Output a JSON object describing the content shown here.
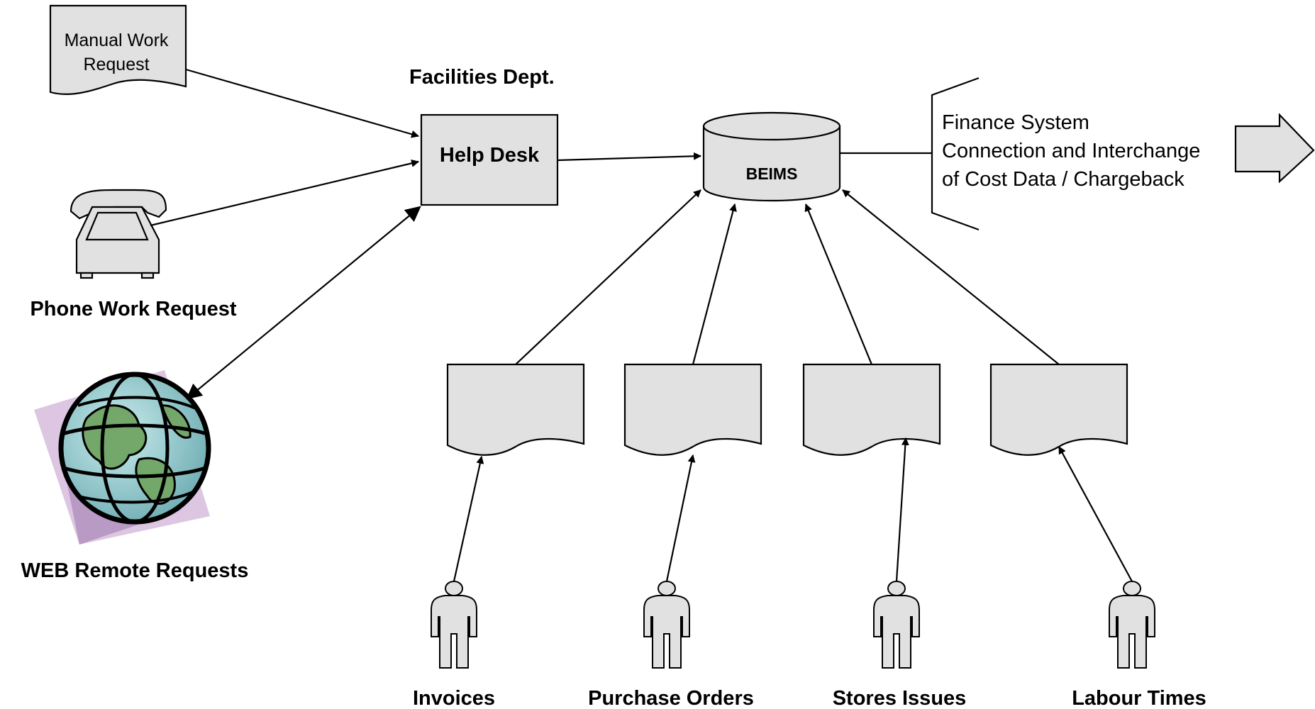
{
  "nodes": {
    "manual_request": "Manual Work Request",
    "manual_request_line1": "Manual Work",
    "manual_request_line2": "Request",
    "facilities_dept": "Facilities Dept.",
    "help_desk": "Help Desk",
    "beims": "BEIMS",
    "finance_line1": "Finance System",
    "finance_line2": "Connection and Interchange",
    "finance_line3": "of Cost Data / Chargeback",
    "phone_request": "Phone Work Request",
    "web_requests": "WEB Remote Requests"
  },
  "sources": [
    {
      "label": "Invoices"
    },
    {
      "label": "Purchase Orders"
    },
    {
      "label": "Stores Issues"
    },
    {
      "label": "Labour Times"
    }
  ],
  "icons": {
    "phone": "telephone-icon",
    "globe": "globe-icon",
    "person": "person-icon",
    "document": "document-icon",
    "database": "database-cylinder-icon",
    "arrow": "block-arrow-icon"
  },
  "colors": {
    "shape_fill": "#e1e1e1",
    "globe_ocean": "#8fc3c3",
    "globe_land": "#74a86a",
    "globe_backdrop": "#dcc6e2"
  }
}
